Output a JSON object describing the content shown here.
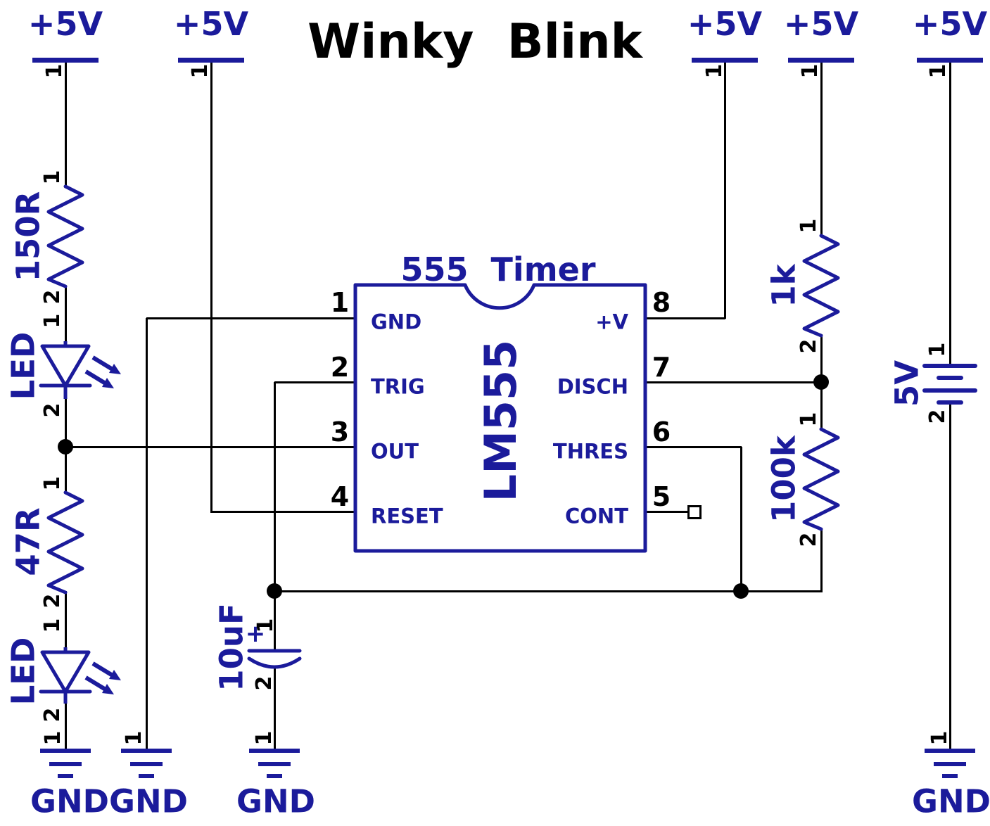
{
  "title": "Winky  Blink",
  "colors": {
    "schematic_blue": "#1b1b9b",
    "wire_black": "#000000"
  },
  "power_rail_label": "+5V",
  "ground_label": "GND",
  "pin_numbers": {
    "one": "1",
    "two": "2"
  },
  "ic": {
    "heading": "555  Timer",
    "part_number": "LM555",
    "pins": {
      "p1": {
        "num": "1",
        "label": "GND"
      },
      "p2": {
        "num": "2",
        "label": "TRIG"
      },
      "p3": {
        "num": "3",
        "label": "OUT"
      },
      "p4": {
        "num": "4",
        "label": "RESET"
      },
      "p5": {
        "num": "5",
        "label": "CONT"
      },
      "p6": {
        "num": "6",
        "label": "THRES"
      },
      "p7": {
        "num": "7",
        "label": "DISCH"
      },
      "p8": {
        "num": "8",
        "label": "+V"
      }
    }
  },
  "components": {
    "r1": {
      "value": "150R"
    },
    "r2": {
      "value": "47R"
    },
    "r3": {
      "value": "1k"
    },
    "r4": {
      "value": "100k"
    },
    "led1": {
      "label": "LED"
    },
    "led2": {
      "label": "LED"
    },
    "c1": {
      "value": "10uF",
      "polarity_mark": "+"
    },
    "bt1": {
      "value": "5V"
    }
  }
}
